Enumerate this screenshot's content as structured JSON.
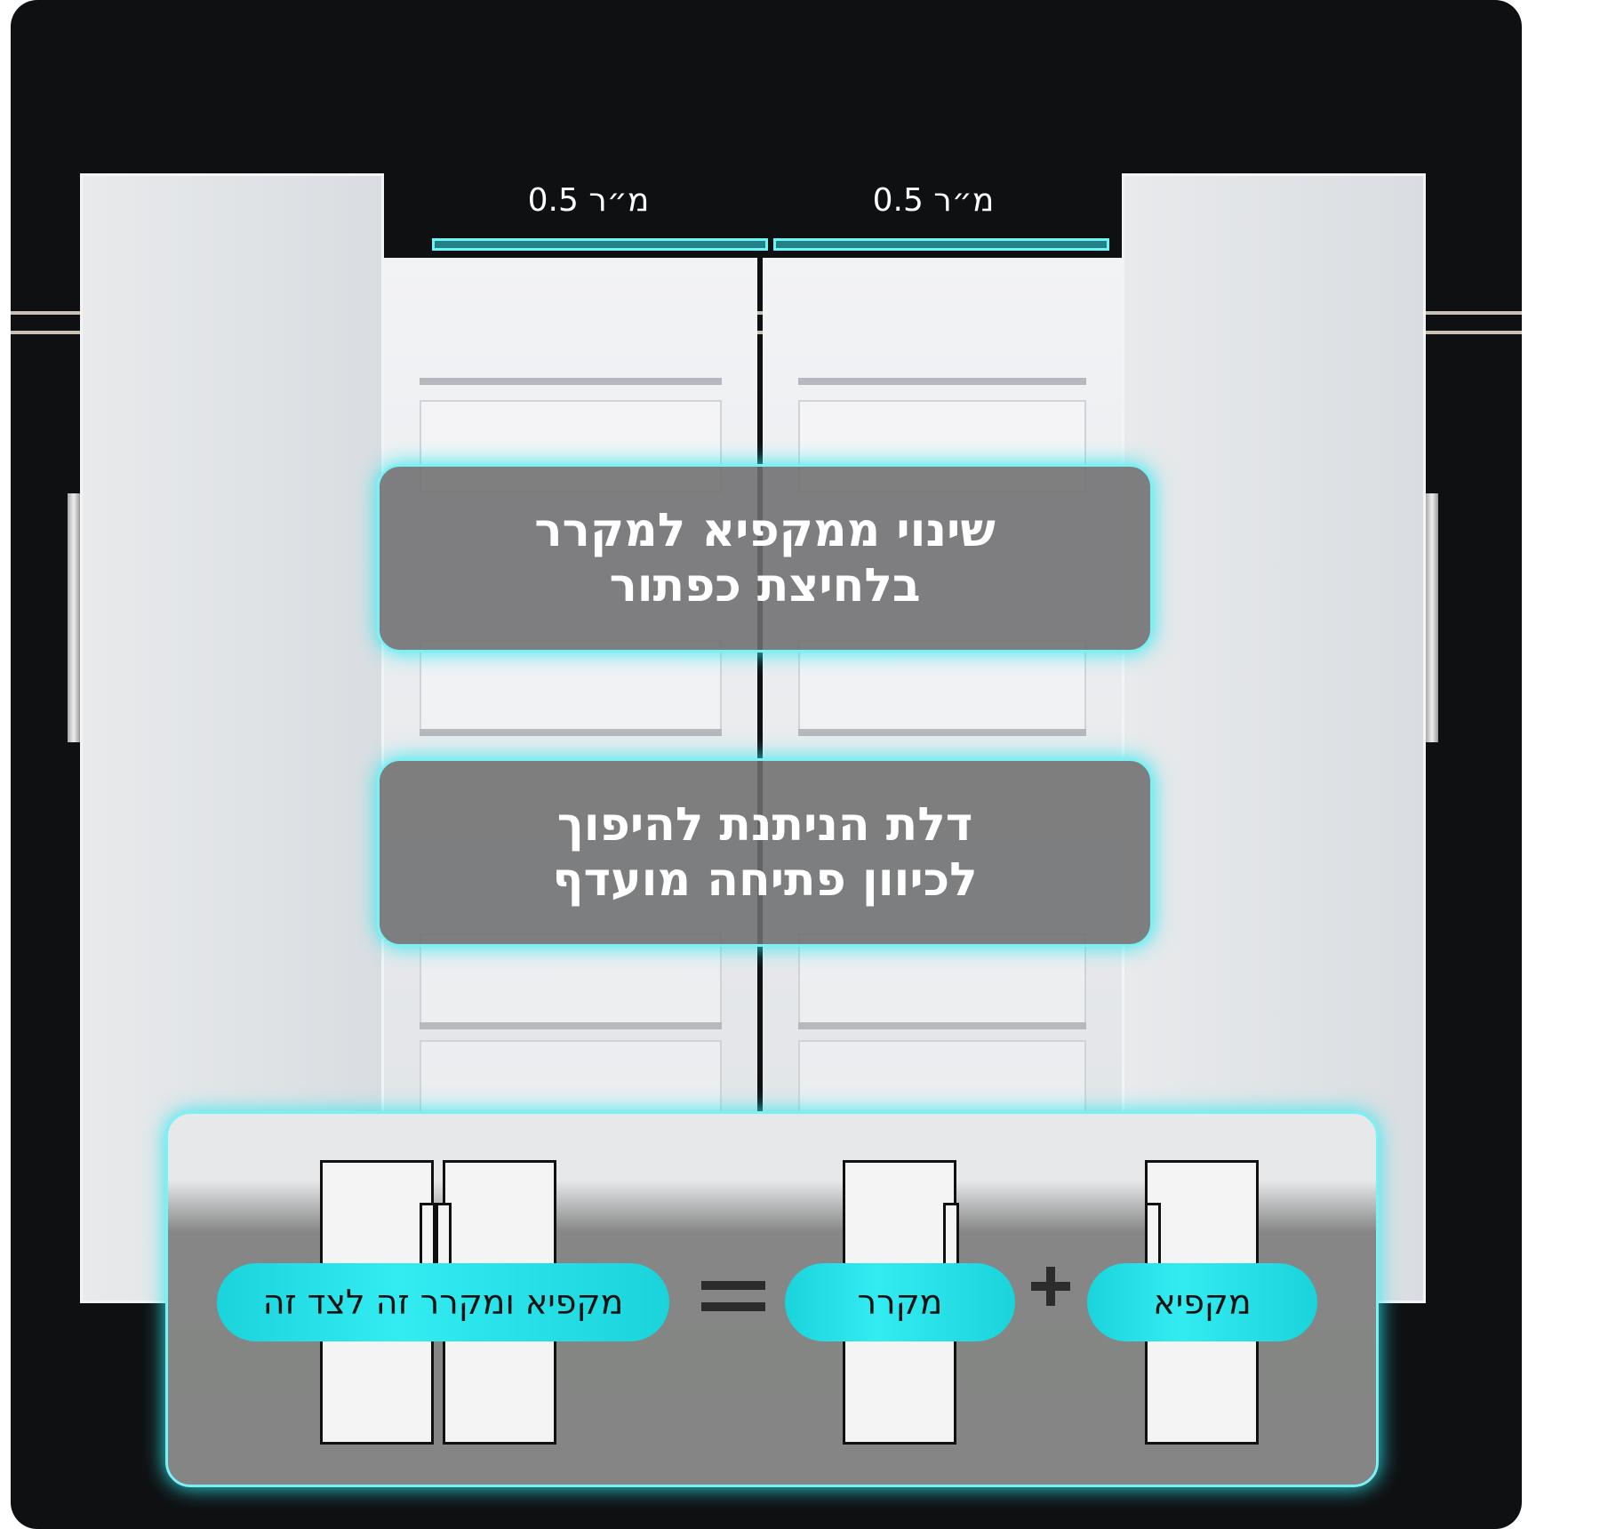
{
  "capacity_labels": [
    "0.5 מ״ר",
    "0.5 מ״ר"
  ],
  "feature_1": {
    "line1": "שינוי ממקפיא למקרר",
    "line2": "בלחיצת כפתור"
  },
  "feature_2": {
    "line1": "דלת הניתנת להיפוך",
    "line2": "לכיוון פתיחה מועדף"
  },
  "equation": {
    "freezer": "מקפיא",
    "fridge": "מקרר",
    "combined": "מקפיא ומקרר זה לצד זה"
  },
  "colors": {
    "accent": "#2ee8f0",
    "background": "#0f1012"
  }
}
